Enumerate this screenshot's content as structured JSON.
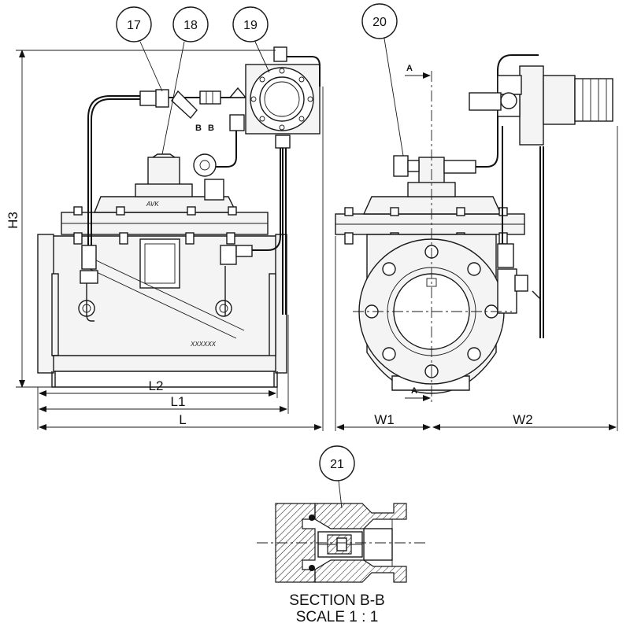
{
  "callouts": [
    {
      "id": "c17",
      "text": "17"
    },
    {
      "id": "c18",
      "text": "18"
    },
    {
      "id": "c19",
      "text": "19"
    },
    {
      "id": "c20",
      "text": "20"
    },
    {
      "id": "c21",
      "text": "21"
    }
  ],
  "dimensions": {
    "h3": "H3",
    "l": "L",
    "l1": "L1",
    "l2": "L2",
    "w1": "W1",
    "w2": "W2"
  },
  "section_marks": {
    "a_top": "A",
    "a_bottom": "A",
    "b_left": "B",
    "b_right": "B"
  },
  "body_marks": {
    "brand": "AVK",
    "code": "XXXXXX"
  },
  "section_view": {
    "title": "SECTION B-B",
    "scale": "SCALE 1 : 1"
  }
}
